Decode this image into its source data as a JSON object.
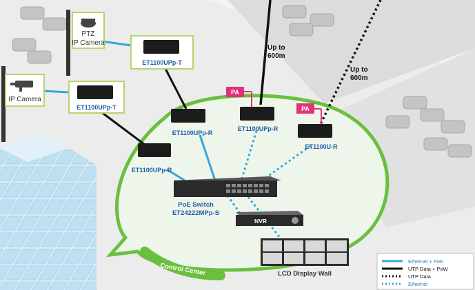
{
  "cameras": {
    "ptz_label_line1": "PTZ",
    "ptz_label_line2": "IP Camera",
    "fixed_label": "IP Camera"
  },
  "devices": {
    "tx_top": "ET1100UPp-T",
    "tx_left": "ET1100UPp-T",
    "rx_mid": "ET1100UPp-R",
    "rx_lower_left": "ET1100UPp-R",
    "rx_center": "ET1100UPp-R",
    "rx_right": "ET1100U-R",
    "switch_line1": "PoE Switch",
    "switch_line2": "ET24222MPp-S",
    "nvr": "NVR",
    "display_wall": "LCD Display Wall",
    "pa": "PA"
  },
  "distances": {
    "center_line1": "Up to",
    "center_line2": "600m",
    "right_line1": "Up to",
    "right_line2": "600m"
  },
  "zone_label": "Control Center",
  "legend": [
    {
      "label": "Ethernet + PoE",
      "style": "solid-blue"
    },
    {
      "label": "UTP Data + PoW",
      "style": "solid-black"
    },
    {
      "label": "UTP Data",
      "style": "dotted-black"
    },
    {
      "label": "Ethernet",
      "style": "dotted-blue"
    }
  ],
  "colors": {
    "ethernet_poe": "#2ea8dc",
    "utp": "#111111",
    "zone_border": "#6abf3f",
    "zone_fill": "#eef5ea",
    "device_frame": "#b9d36b",
    "pa_badge": "#e0337a",
    "device_label": "#1d5ea8"
  }
}
